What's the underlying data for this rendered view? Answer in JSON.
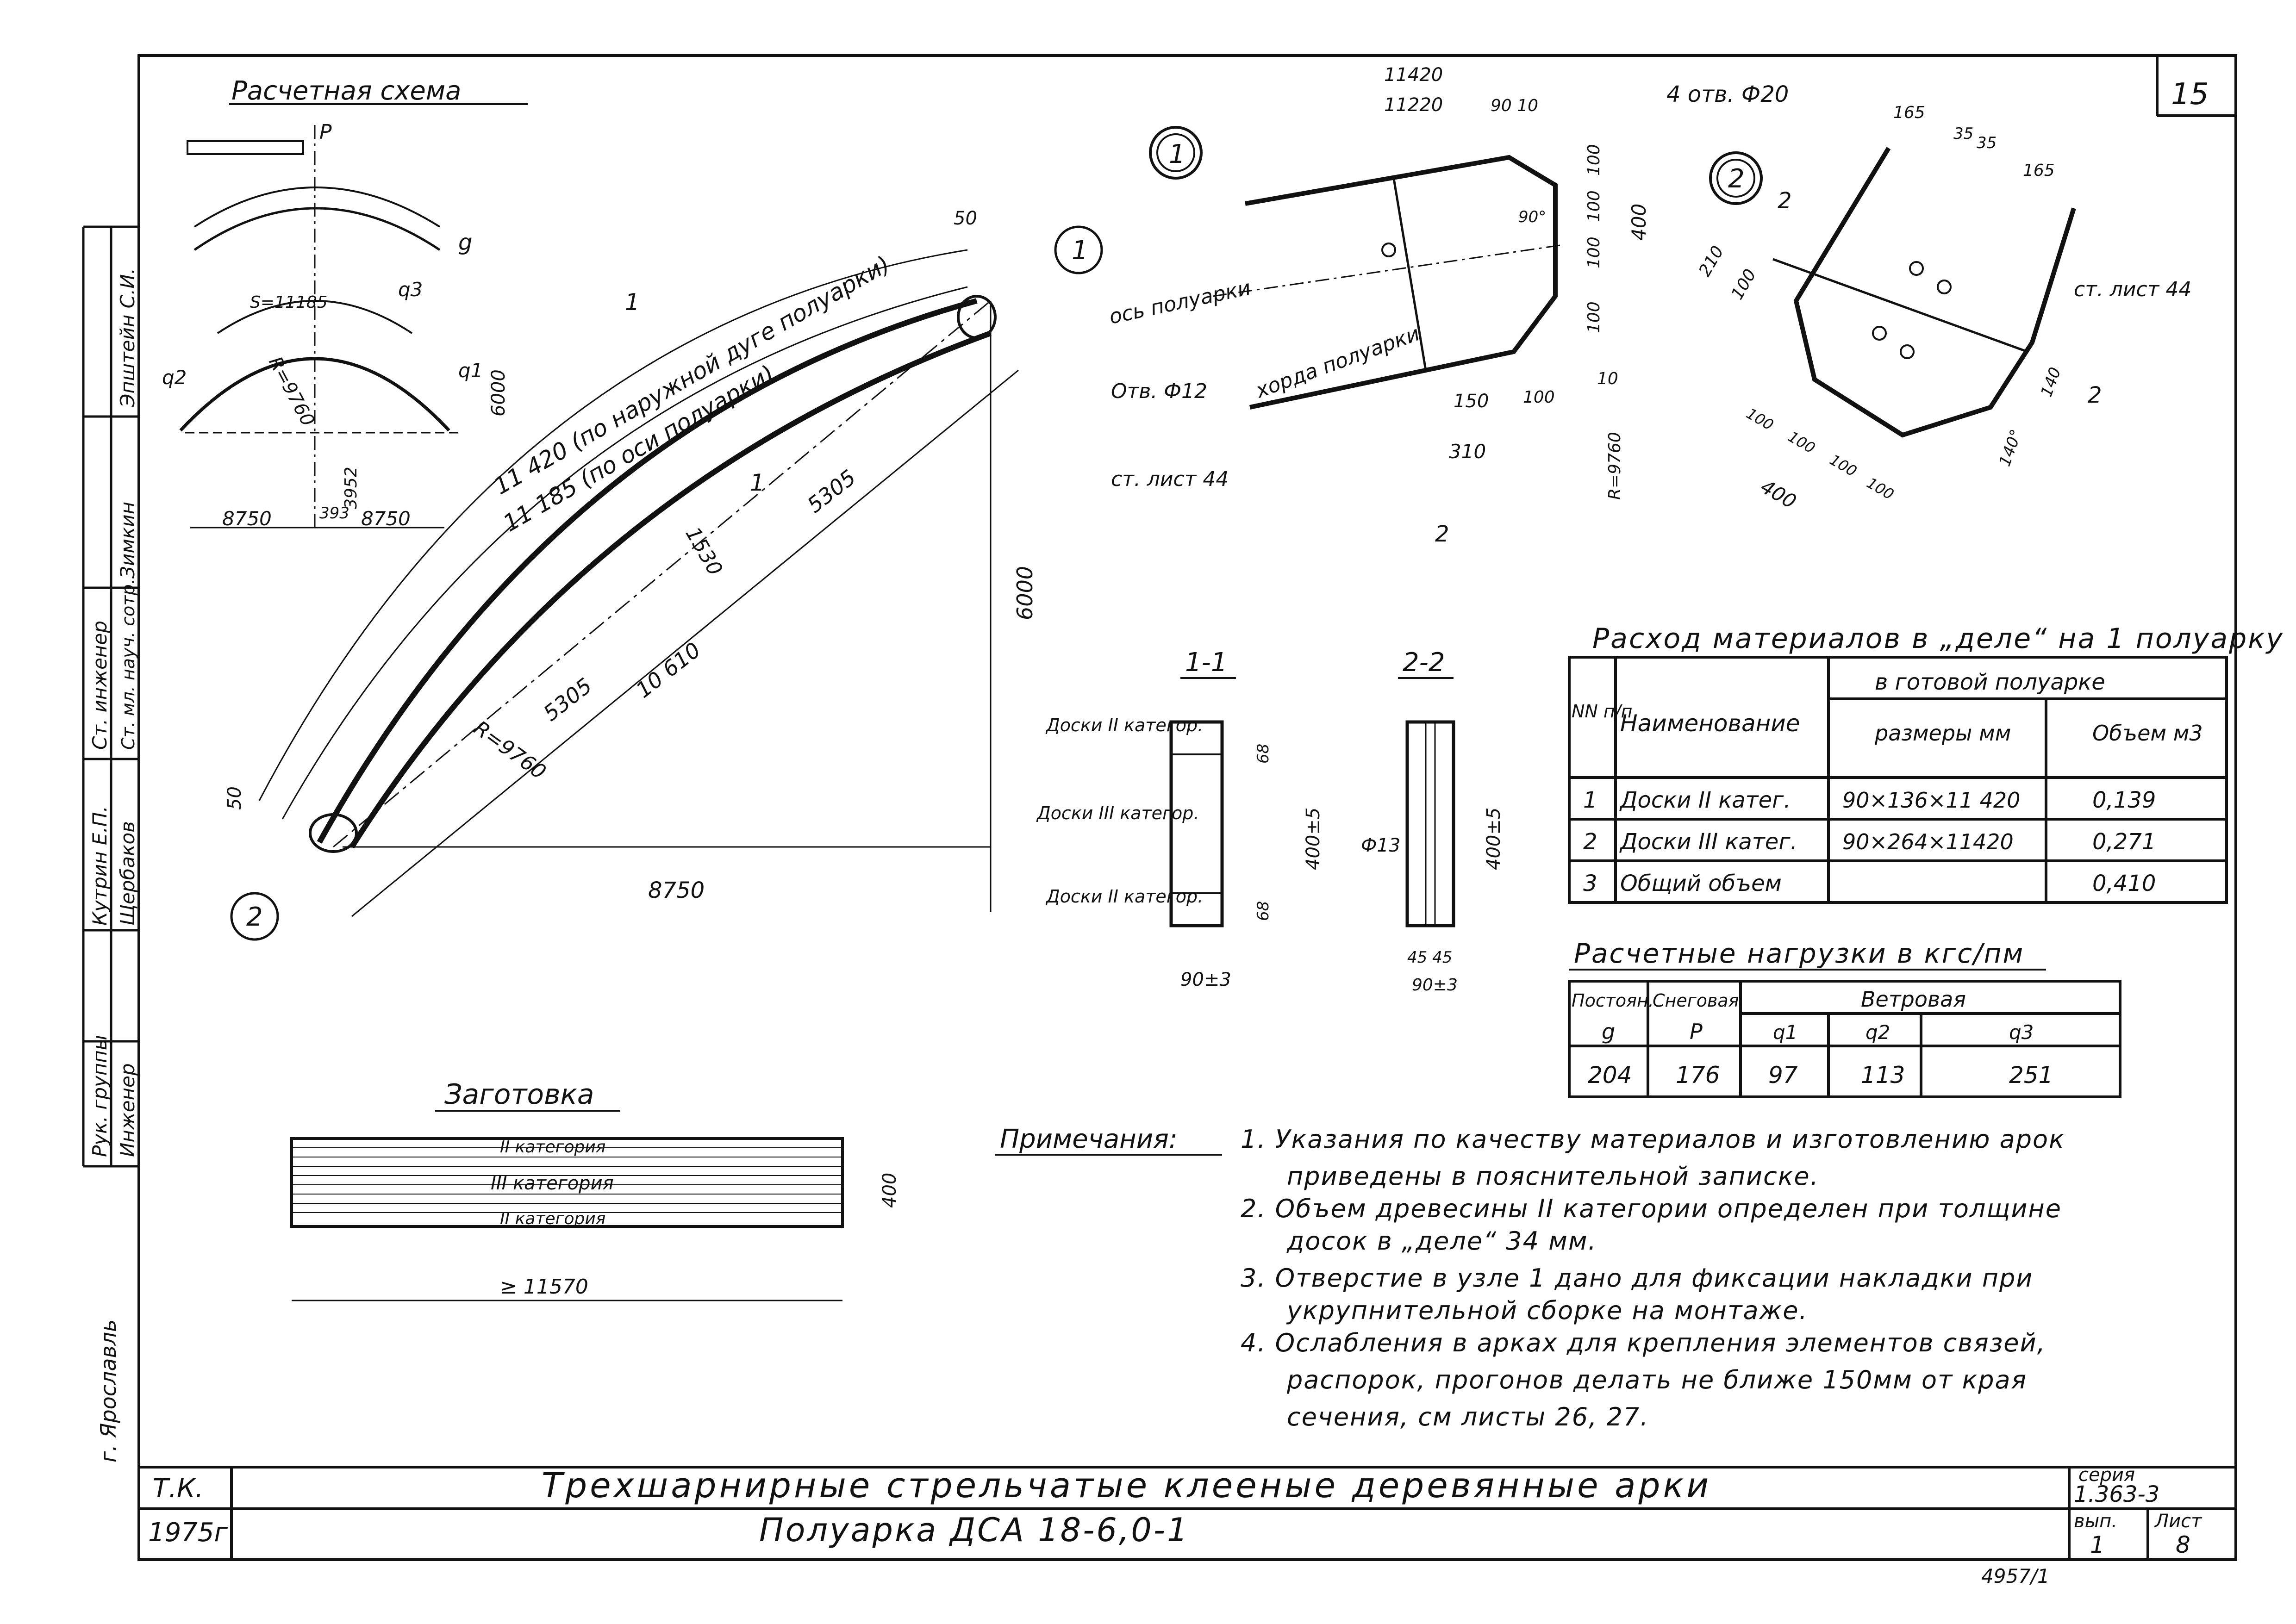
{
  "sheet": {
    "page_number": "15",
    "series_label": "серия",
    "series_value": "1.363-3",
    "issue_label": "вып.",
    "issue_value": "1",
    "sheet_label": "Лист",
    "sheet_value": "8",
    "title": "Трехшарнирные стрельчатые клееные деревянные арки",
    "subtitle": "Полуарка ДСА 18-6,0-1",
    "org": "Т.К.",
    "year": "1975г",
    "footer_number": "4957/1"
  },
  "stamp": {
    "roles": [
      "Рук. группы",
      "Инженер",
      "Ст. инженер",
      "Ст. мл. науч. сотр."
    ],
    "names": [
      "Кутрин Е.П.",
      "Щербаков",
      "Эпштейн С.И.",
      "Зимкин"
    ],
    "city": "г. Ярославль"
  },
  "schema": {
    "title": "Расчетная схема",
    "load_P": "P",
    "load_g": "g",
    "q1": "q1",
    "q2": "q2",
    "q3": "q3",
    "S": "S=11185",
    "R": "R=9760",
    "h": "6000",
    "dim_3952": "3952",
    "dim_393": "393",
    "span_left": "8750",
    "span_right": "8750"
  },
  "main_view": {
    "outer_label": "11 420 (по наружной дуге полуарки)",
    "axis_label": "11 185 (по оси полуарки)",
    "h1530": "1530",
    "d5305a": "5305",
    "d5305b": "5305",
    "d10610": "10 610",
    "R": "R=9760",
    "d6000": "6000",
    "d8750": "8750",
    "d50a": "50",
    "d50b": "50",
    "section_mark": "1",
    "node1": "1",
    "node2": "2"
  },
  "node1": {
    "circle": "1",
    "d11420": "11420",
    "d11220": "11220",
    "d90_10": "90 10",
    "d100a": "100",
    "d100b": "100",
    "d100c": "100",
    "d100d": "100",
    "d400": "400",
    "ang": "90°",
    "axis": "ось полуарки",
    "chord": "хорда полуарки",
    "hole": "Отв. Ф12",
    "sheet": "ст. лист 44",
    "d150": "150",
    "d100e": "100",
    "d310": "310",
    "d10": "10",
    "R": "R=9760",
    "sec2": "2"
  },
  "node2": {
    "circle": "2",
    "holes": "4 отв. Ф20",
    "d165a": "165",
    "d35a": "35",
    "d35b": "35",
    "d165b": "165",
    "d210": "210",
    "d100": "100",
    "sheet": "ст. лист 44",
    "d140a": "140",
    "d140b": "140°",
    "b1": "100",
    "b2": "100",
    "b3": "100",
    "b4": "100",
    "d400": "400",
    "sec2": "2"
  },
  "sections": {
    "s11": "1-1",
    "s22": "2-2",
    "boards2_top": "Доски II категор.",
    "boards3": "Доски III категор.",
    "boards2_bot": "Доски II категор.",
    "d68a": "68",
    "d68b": "68",
    "h400": "400±5",
    "w90": "90±3",
    "phi13": "Ф13",
    "h400b": "400±5",
    "d45": "45 45",
    "w90b": "90±3"
  },
  "materials": {
    "title": "Расход материалов в „деле“ на 1 полуарку",
    "col_no": "NN п/п",
    "col_name": "Наименование",
    "col_group": "в готовой полуарке",
    "col_size": "размеры мм",
    "col_vol": "Объем м3",
    "rows": [
      {
        "no": "1",
        "name": "Доски II катег.",
        "size": "90×136×11 420",
        "vol": "0,139"
      },
      {
        "no": "2",
        "name": "Доски III катег.",
        "size": "90×264×11420",
        "vol": "0,271"
      },
      {
        "no": "3",
        "name": "Общий объем",
        "size": "",
        "vol": "0,410"
      }
    ]
  },
  "loads": {
    "title": "Расчетные нагрузки в кгс/пм",
    "h_const": "Постоян.",
    "h_snow": "Снеговая",
    "h_wind": "Ветровая",
    "sym": [
      "g",
      "P",
      "q1",
      "q2",
      "q3"
    ],
    "vals": [
      "204",
      "176",
      "97",
      "113",
      "251"
    ]
  },
  "blank": {
    "title": "Заготовка",
    "cat2_top": "II категория",
    "cat3": "III категория",
    "cat2_bot": "II категория",
    "h": "400",
    "len": "≥ 11570"
  },
  "notes": {
    "title": "Примечания:",
    "items": [
      "1. Указания по качеству материалов и изготовлению арок",
      "приведены в пояснительной записке.",
      "2. Объем древесины II категории определен при толщине",
      "досок в „деле“ 34 мм.",
      "3. Отверстие в узле 1 дано для фиксации накладки при",
      "укрупнительной сборке на монтаже.",
      "4. Ослабления в арках для крепления элементов связей,",
      "распорок, прогонов делать не ближе 150мм от края",
      "сечения, см листы 26, 27."
    ]
  }
}
